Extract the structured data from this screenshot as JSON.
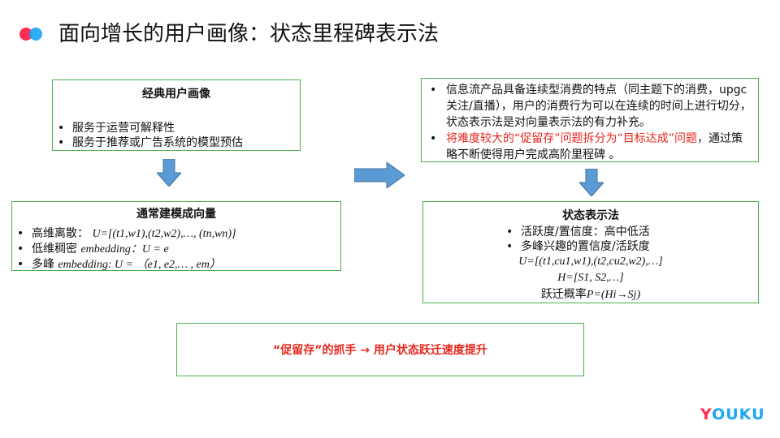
{
  "slide": {
    "title": "面向增长的用户画像：状态里程碑表示法",
    "colors": {
      "accent_red": "#ff2d55",
      "accent_blue": "#1da7f5",
      "box_border": "#4caf50",
      "arrow": "#5b9bd5",
      "highlight_red": "#e8271d"
    }
  },
  "classic_box": {
    "title": "经典用户画像",
    "items": [
      "服务于运营可解释性",
      "服务于推荐或广告系统的模型预估"
    ]
  },
  "modeling_box": {
    "title": "通常建模成向量",
    "items": [
      {
        "label": "高维离散：",
        "formula": "U=[(t1,w1),(t2,w2),…, (tn,wn)]"
      },
      {
        "label": "低维稠密",
        "formula": "embedding：U = e"
      },
      {
        "label": "多峰",
        "formula": "embedding: U = （e1, e2,… , em）"
      }
    ]
  },
  "stream_box": {
    "item1": "信息流产品具备连续型消费的特点（同主题下的消费，upgc关注/直播），用户的消费行为可以在连续的时间上进行切分，状态表示法是对向量表示法的有力补充。",
    "item2_red": "将难度较大的“促留存”问题拆分为“目标达成”问题",
    "item2_rest": "，通过策略不断使得用户完成高阶里程碑 。"
  },
  "state_box": {
    "title": "状态表示法",
    "items": [
      "活跃度/置信度：高中低活",
      "多峰兴趣的置信度/活跃度"
    ],
    "formula1": "U=[(t1,cu1,w1),(t2,cu2,w2),…]",
    "formula2": "H=[S1, S2,…]",
    "formula3_label": "跃迁概率",
    "formula3": "P=(Hi→Sj)"
  },
  "bottom_box": {
    "text": "“促留存”的抓手 → 用户状态跃迁速度提升"
  },
  "logo": {
    "part1": "Y",
    "part2": "OUKU"
  }
}
